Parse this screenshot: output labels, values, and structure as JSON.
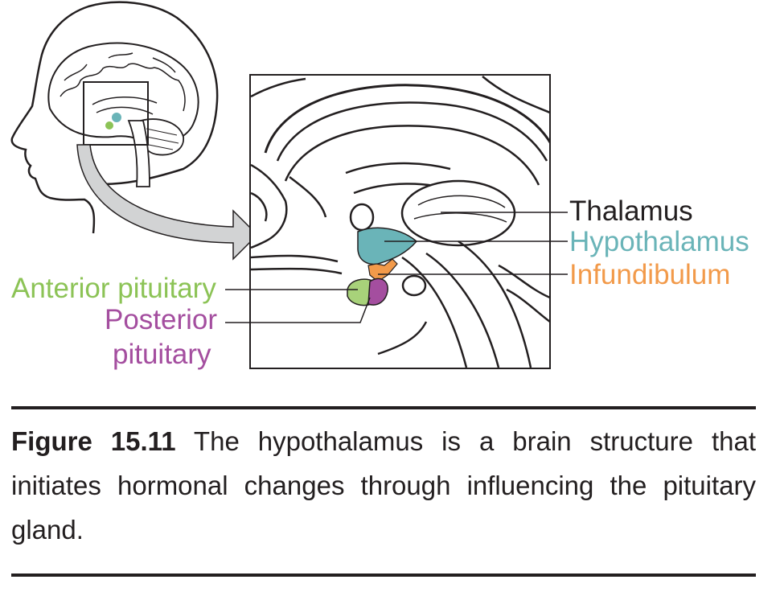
{
  "labels": {
    "thalamus": {
      "text": "Thalamus",
      "color": "#231f20"
    },
    "hypothalamus": {
      "text": "Hypothalamus",
      "color": "#6ab4b8"
    },
    "infundibulum": {
      "text": "Infundibulum",
      "color": "#f29a4a"
    },
    "anterior_pituitary": {
      "text": "Anterior pituitary",
      "color": "#8cc356"
    },
    "posterior_pituitary_line1": {
      "text": "Posterior",
      "color": "#a44e9f"
    },
    "posterior_pituitary_line2": {
      "text": "pituitary",
      "color": "#a44e9f"
    }
  },
  "caption": {
    "label": "Figure 15.11",
    "text": " The hypothalamus is a brain structure that initiates hormonal changes through influencing the pituitary gland."
  },
  "colors": {
    "hypothalamus_fill": "#6ab4b8",
    "infundibulum_fill": "#f29a4a",
    "anterior_fill": "#a8d27a",
    "posterior_fill": "#a44e9f",
    "arrow_fill": "#d2d3d4",
    "ink": "#231f20"
  }
}
